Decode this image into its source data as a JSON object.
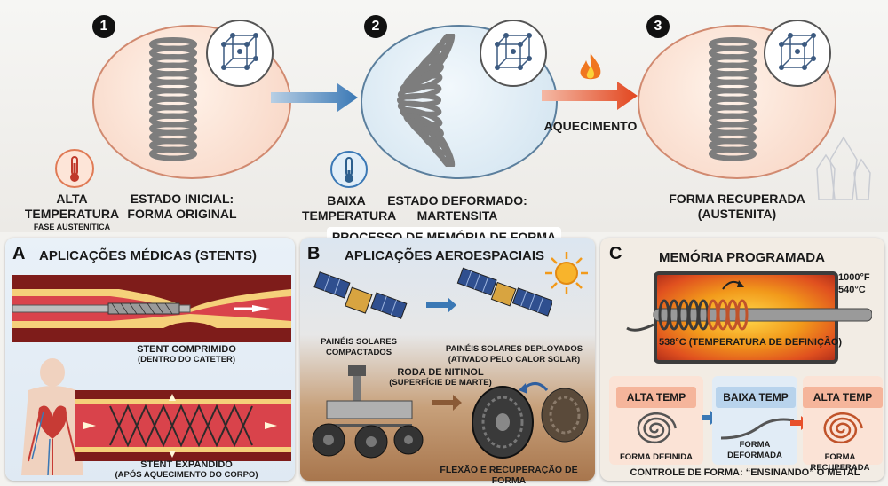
{
  "process": {
    "title": "PROCESSO DE MEMÓRIA DE FORMA",
    "step1": {
      "number": "1",
      "state_line1": "ESTADO INICIAL:",
      "state_line2": "FORMA ORIGINAL",
      "temp_line1": "ALTA",
      "temp_line2": "TEMPERATURA",
      "phase": "FASE AUSTENÍTICA"
    },
    "step2": {
      "number": "2",
      "state_line1": "ESTADO DEFORMADO:",
      "state_line2": "MARTENSITA",
      "temp_line1": "BAIXA",
      "temp_line2": "TEMPERATURA"
    },
    "step3": {
      "number": "3",
      "state_line1": "FORMA RECUPERADA",
      "state_line2": "(AUSTENITA)"
    },
    "heating_label": "AQUECIMENTO"
  },
  "panel_a": {
    "letter": "A",
    "title": "APLICAÇÕES MÉDICAS (STENTS)",
    "caption1_line1": "STENT COMPRIMIDO",
    "caption1_line2": "(DENTRO DO CATETER)",
    "caption2_line1": "STENT EXPANDIDO",
    "caption2_line2": "(APÓS AQUECIMENTO DO CORPO)"
  },
  "panel_b": {
    "letter": "B",
    "title": "APLICAÇÕES AEROESPACIAIS",
    "sat1_line1": "PAINÉIS SOLARES",
    "sat1_line2": "COMPACTADOS",
    "sat2_line1": "PAINÉIS SOLARES DEPLOYADOS",
    "sat2_line2": "(ATIVADO PELO CALOR SOLAR)",
    "wheel_line1": "RODA DE NITINOL",
    "wheel_line2": "(SUPERFÍCIE DE MARTE)",
    "bottom": "FLEXÃO E RECUPERAÇÃO DE FORMA"
  },
  "panel_c": {
    "letter": "C",
    "title": "MEMÓRIA PROGRAMADA",
    "temp_f": "1000°F",
    "temp_c": "540°C",
    "furnace_label": "538°C (TEMPERATURA DE DEFINIÇÃO)",
    "stages": [
      {
        "header": "ALTA TEMP",
        "caption_line1": "FORMA DEFINIDA",
        "caption_line2": ""
      },
      {
        "header": "BAIXA TEMP",
        "caption_line1": "FORMA",
        "caption_line2": "DEFORMADA"
      },
      {
        "header": "ALTA TEMP",
        "caption_line1": "FORMA RECUPERADA",
        "caption_line2": ""
      }
    ],
    "bottom": "CONTROLE DE FORMA: “ENSINANDO” O METAL"
  },
  "colors": {
    "hot": "#e8502a",
    "cold": "#3a78b5",
    "coil": "#8c8c8c",
    "vessel": "#9c2a24"
  }
}
